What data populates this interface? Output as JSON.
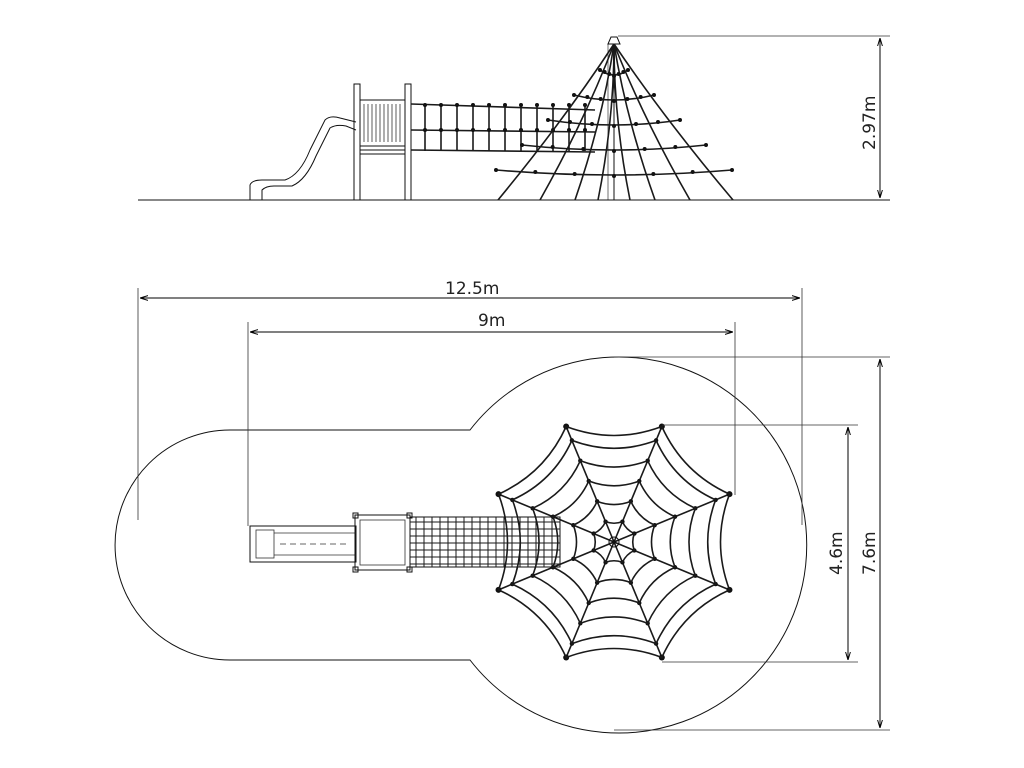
{
  "dimensions": {
    "height": "2.97m",
    "overall_length": "12.5m",
    "structure_length": "9m",
    "net_width": "4.6m",
    "zone_width": "7.6m"
  }
}
